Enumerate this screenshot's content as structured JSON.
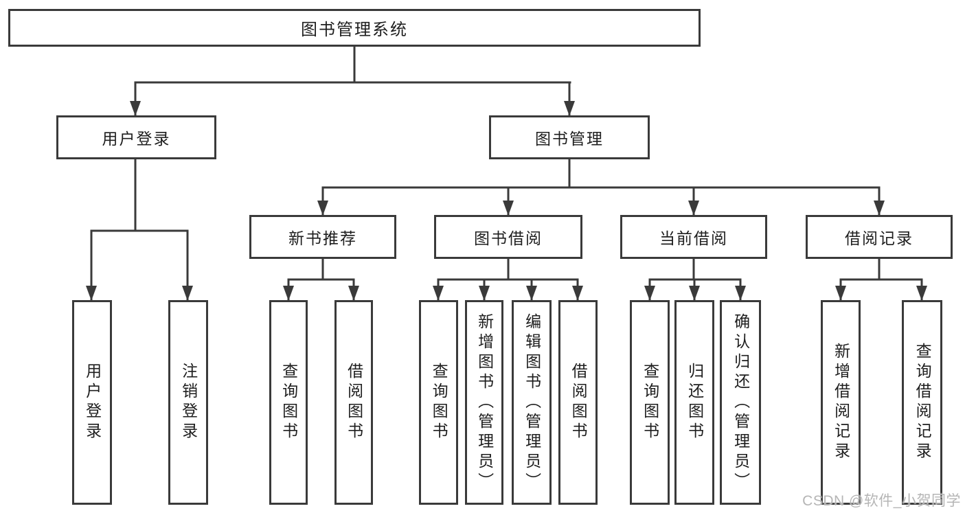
{
  "tree": {
    "label": "图书管理系统",
    "children": [
      {
        "label": "用户登录",
        "children": [
          {
            "label": "用户登录"
          },
          {
            "label": "注销登录"
          }
        ]
      },
      {
        "label": "图书管理",
        "children": [
          {
            "label": "新书推荐",
            "children": [
              {
                "label": "查询图书"
              },
              {
                "label": "借阅图书"
              }
            ]
          },
          {
            "label": "图书借阅",
            "children": [
              {
                "label": "查询图书"
              },
              {
                "label": "新增图书（管理员）"
              },
              {
                "label": "编辑图书（管理员）"
              },
              {
                "label": "借阅图书"
              }
            ]
          },
          {
            "label": "当前借阅",
            "children": [
              {
                "label": "查询图书"
              },
              {
                "label": "归还图书"
              },
              {
                "label": "确认归还（管理员）"
              }
            ]
          },
          {
            "label": "借阅记录",
            "children": [
              {
                "label": "新增借阅记录"
              },
              {
                "label": "查询借阅记录"
              }
            ]
          }
        ]
      }
    ]
  },
  "watermark": {
    "text": "CSDN @软件_小贺同学"
  },
  "colors": {
    "line": "#3a3a3a",
    "text": "#1e1e1e",
    "watermark": "#b5b5b5",
    "background": "#ffffff"
  }
}
